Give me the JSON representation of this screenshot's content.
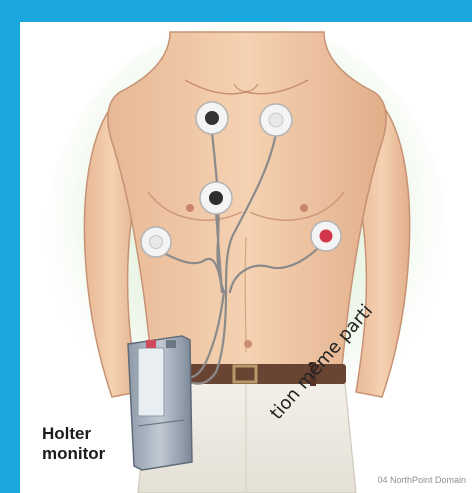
{
  "image": {
    "subject": "Holter monitor electrodes on bare male torso",
    "frame_color": "#1aa6df",
    "skin_color": "#f2c9a6",
    "background_glow": "#cfe8c2",
    "belt_color": "#6a4433"
  },
  "device_label": {
    "line1": "Holter",
    "line2": "monitor"
  },
  "watermark": {
    "text": "tion même parti"
  },
  "credit": {
    "text": "04 NorthPoint Domain"
  },
  "electrodes": [
    {
      "name": "upper-left-electrode",
      "dot_color": "#333333"
    },
    {
      "name": "upper-right-electrode",
      "dot_color": "#e8e8e8"
    },
    {
      "name": "center-electrode",
      "dot_color": "#2e2e2e"
    },
    {
      "name": "lower-left-electrode",
      "dot_color": "#e8e8e8"
    },
    {
      "name": "lower-right-electrode",
      "dot_color": "#d0374a"
    }
  ]
}
